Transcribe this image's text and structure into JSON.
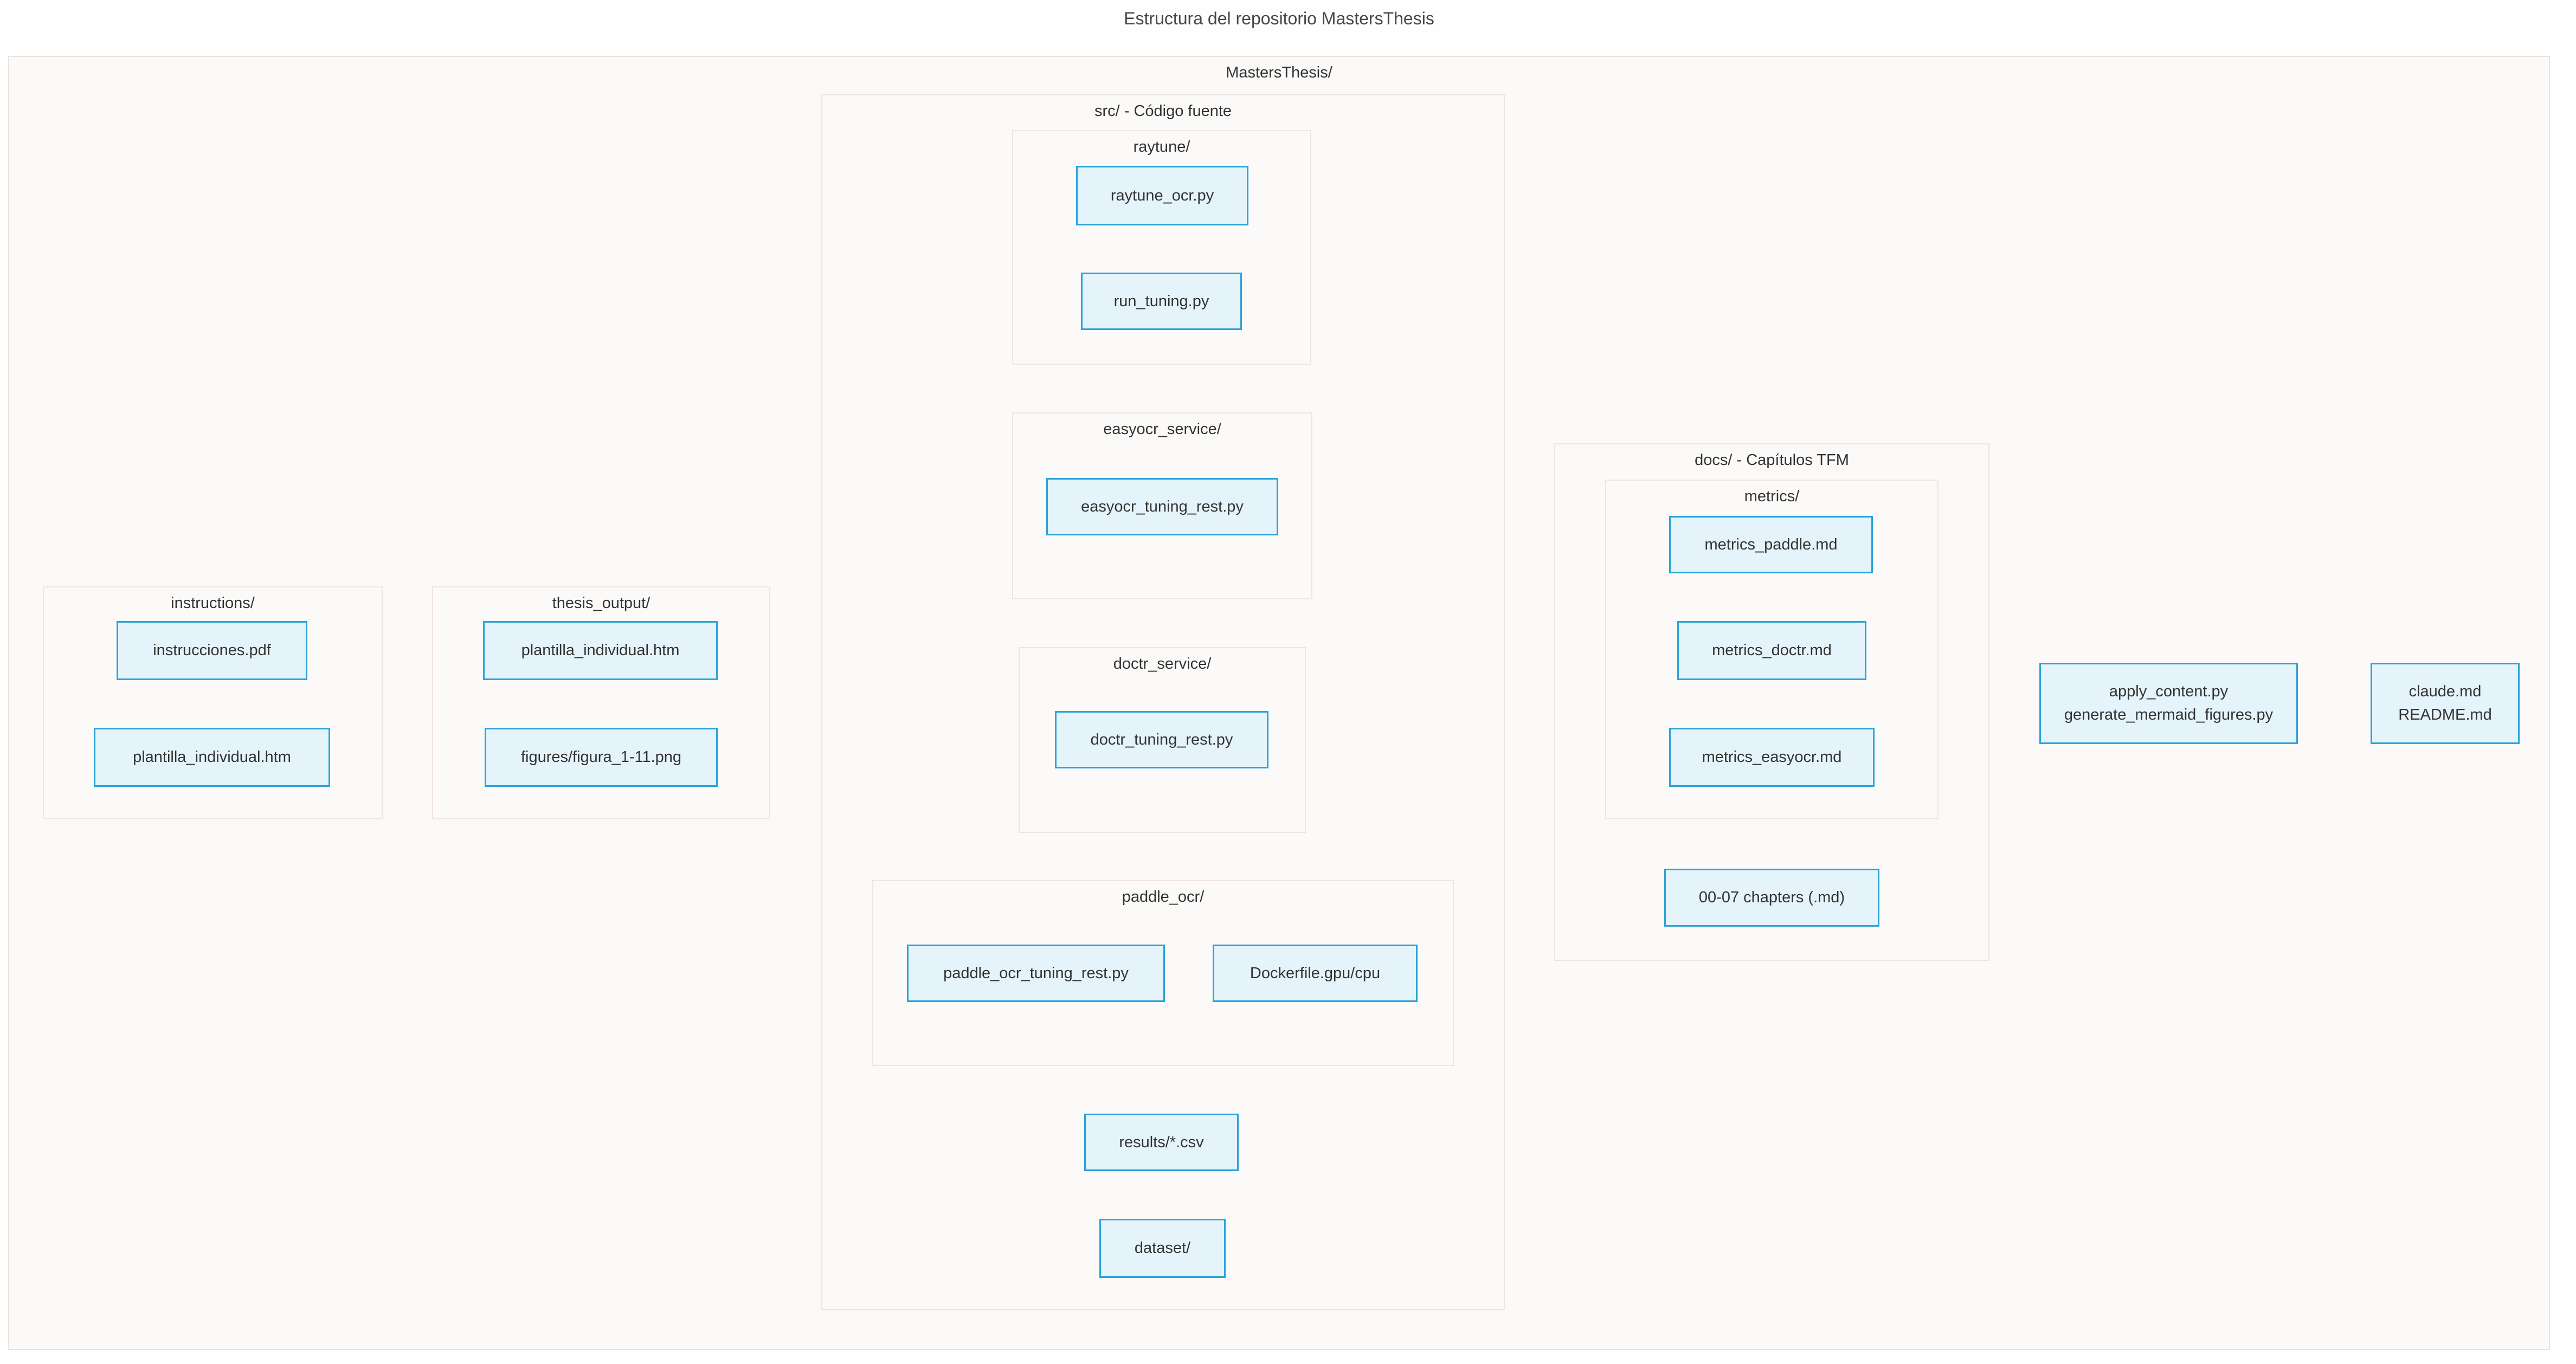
{
  "title": "Estructura del repositorio MastersThesis",
  "colors": {
    "node_fill": "#e5f3fb",
    "node_border": "#2ba3d8",
    "cluster_border": "#ece1dd",
    "cluster_fill": "#fbfaf8",
    "text": "#333333"
  },
  "diagram": {
    "root_label": "MastersThesis/",
    "src": {
      "label": "src/ - Código fuente",
      "raytune": {
        "label": "raytune/",
        "nodes": [
          "raytune_ocr.py",
          "run_tuning.py"
        ]
      },
      "easyocr": {
        "label": "easyocr_service/",
        "nodes": [
          "easyocr_tuning_rest.py"
        ]
      },
      "doctr": {
        "label": "doctr_service/",
        "nodes": [
          "doctr_tuning_rest.py"
        ]
      },
      "paddle": {
        "label": "paddle_ocr/",
        "nodes": [
          "paddle_ocr_tuning_rest.py",
          "Dockerfile.gpu/cpu"
        ]
      },
      "loose_nodes": [
        "results/*.csv",
        "dataset/"
      ]
    },
    "instructions": {
      "label": "instructions/",
      "nodes": [
        "instrucciones.pdf",
        "plantilla_individual.htm"
      ]
    },
    "thesis_output": {
      "label": "thesis_output/",
      "nodes": [
        "plantilla_individual.htm",
        "figures/figura_1-11.png"
      ]
    },
    "docs": {
      "label": "docs/ - Capítulos TFM",
      "metrics": {
        "label": "metrics/",
        "nodes": [
          "metrics_paddle.md",
          "metrics_doctr.md",
          "metrics_easyocr.md"
        ]
      },
      "loose_nodes": [
        "00-07 chapters (.md)"
      ]
    },
    "scripts_node": {
      "lines": [
        "apply_content.py",
        "generate_mermaid_figures.py"
      ]
    },
    "readme_node": {
      "lines": [
        "claude.md",
        "README.md"
      ]
    }
  }
}
